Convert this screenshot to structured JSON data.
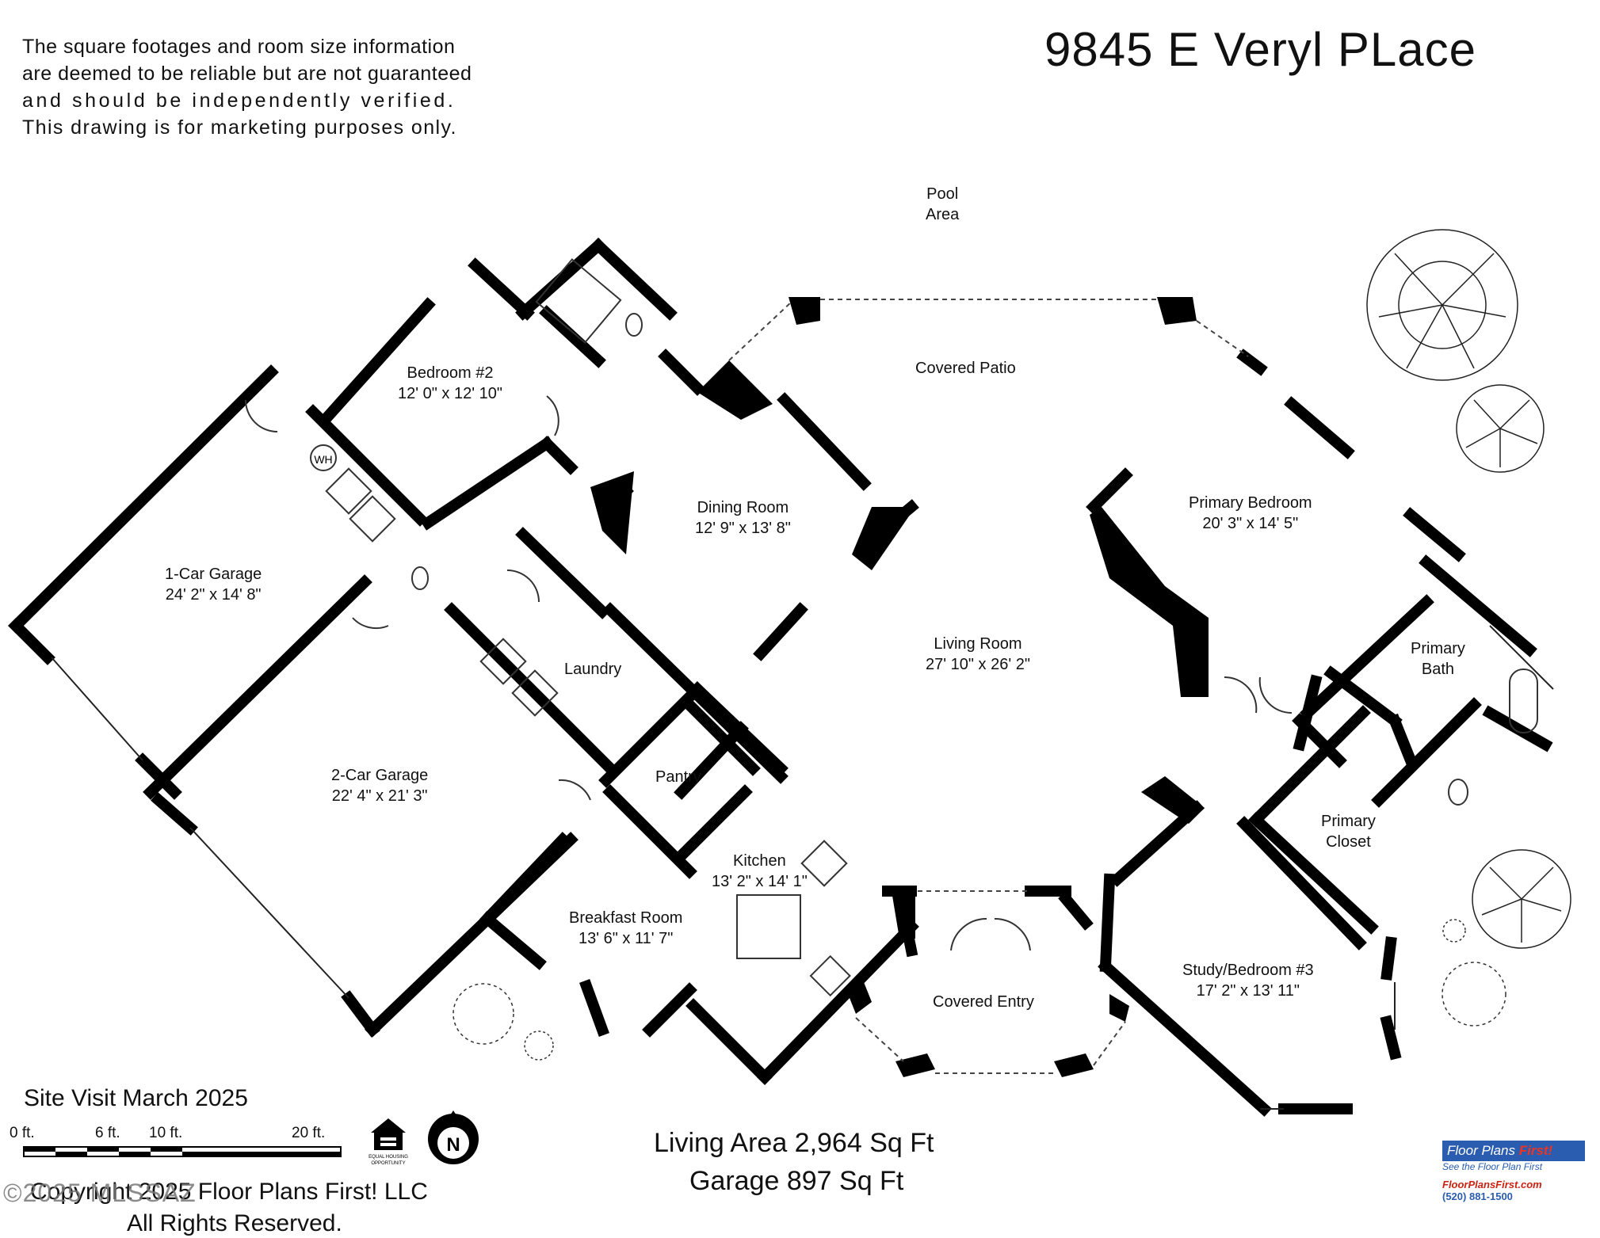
{
  "disclaimer": {
    "line1": "The square footages and room size information",
    "line2": "are deemed to be reliable but are not guaranteed",
    "line3": "and should be independently verified.",
    "line4": "This drawing is for marketing purposes only."
  },
  "title": "9845 E Veryl PLace",
  "pool_area": {
    "line1": "Pool",
    "line2": "Area"
  },
  "rooms": {
    "bedroom2": {
      "name": "Bedroom #2",
      "size": "12' 0\" x 12' 10\""
    },
    "dining": {
      "name": "Dining Room",
      "size": "12' 9\" x 13' 8\""
    },
    "covered_patio": {
      "name": "Covered Patio"
    },
    "primary_bedroom": {
      "name": "Primary Bedroom",
      "size": "20' 3\" x 14' 5\""
    },
    "garage1": {
      "name": "1-Car Garage",
      "size": "24' 2\" x 14' 8\""
    },
    "living": {
      "name": "Living Room",
      "size": "27' 10\" x 26' 2\""
    },
    "primary_bath": {
      "line1": "Primary",
      "line2": "Bath"
    },
    "laundry": {
      "name": "Laundry"
    },
    "garage2": {
      "name": "2-Car Garage",
      "size": "22' 4\" x 21' 3\""
    },
    "pantry": {
      "name": "Pantry"
    },
    "primary_closet": {
      "line1": "Primary",
      "line2": "Closet"
    },
    "kitchen": {
      "name": "Kitchen",
      "size": "13' 2\" x 14' 1\""
    },
    "breakfast": {
      "name": "Breakfast Room",
      "size": "13' 6\" x 11' 7\""
    },
    "covered_entry": {
      "name": "Covered Entry"
    },
    "study": {
      "name": "Study/Bedroom #3",
      "size": "17' 2\" x 13' 11\""
    }
  },
  "fixture_wh": "WH",
  "site_visit": "Site Visit March 2025",
  "scale": {
    "l0": "0 ft.",
    "l6": "6 ft.",
    "l10": "10 ft.",
    "l20": "20 ft."
  },
  "north_label": "N",
  "areas": {
    "living": "Living Area 2,964 Sq Ft",
    "garage": "Garage  897 Sq Ft"
  },
  "copyright": "Copyright 2025 Floor Plans First! LLC",
  "rights": "All Rights Reserved.",
  "watermark": "©2025 MLSSAZ",
  "logo": {
    "brand": "Floor Plans",
    "brand_accent": "First!",
    "tagline": "See the Floor Plan First",
    "url": "FloorPlansFirst.com",
    "phone": "(520) 881-1500"
  },
  "icons": [
    "equal-housing-icon",
    "north-arrow-icon",
    "tree-icon"
  ]
}
